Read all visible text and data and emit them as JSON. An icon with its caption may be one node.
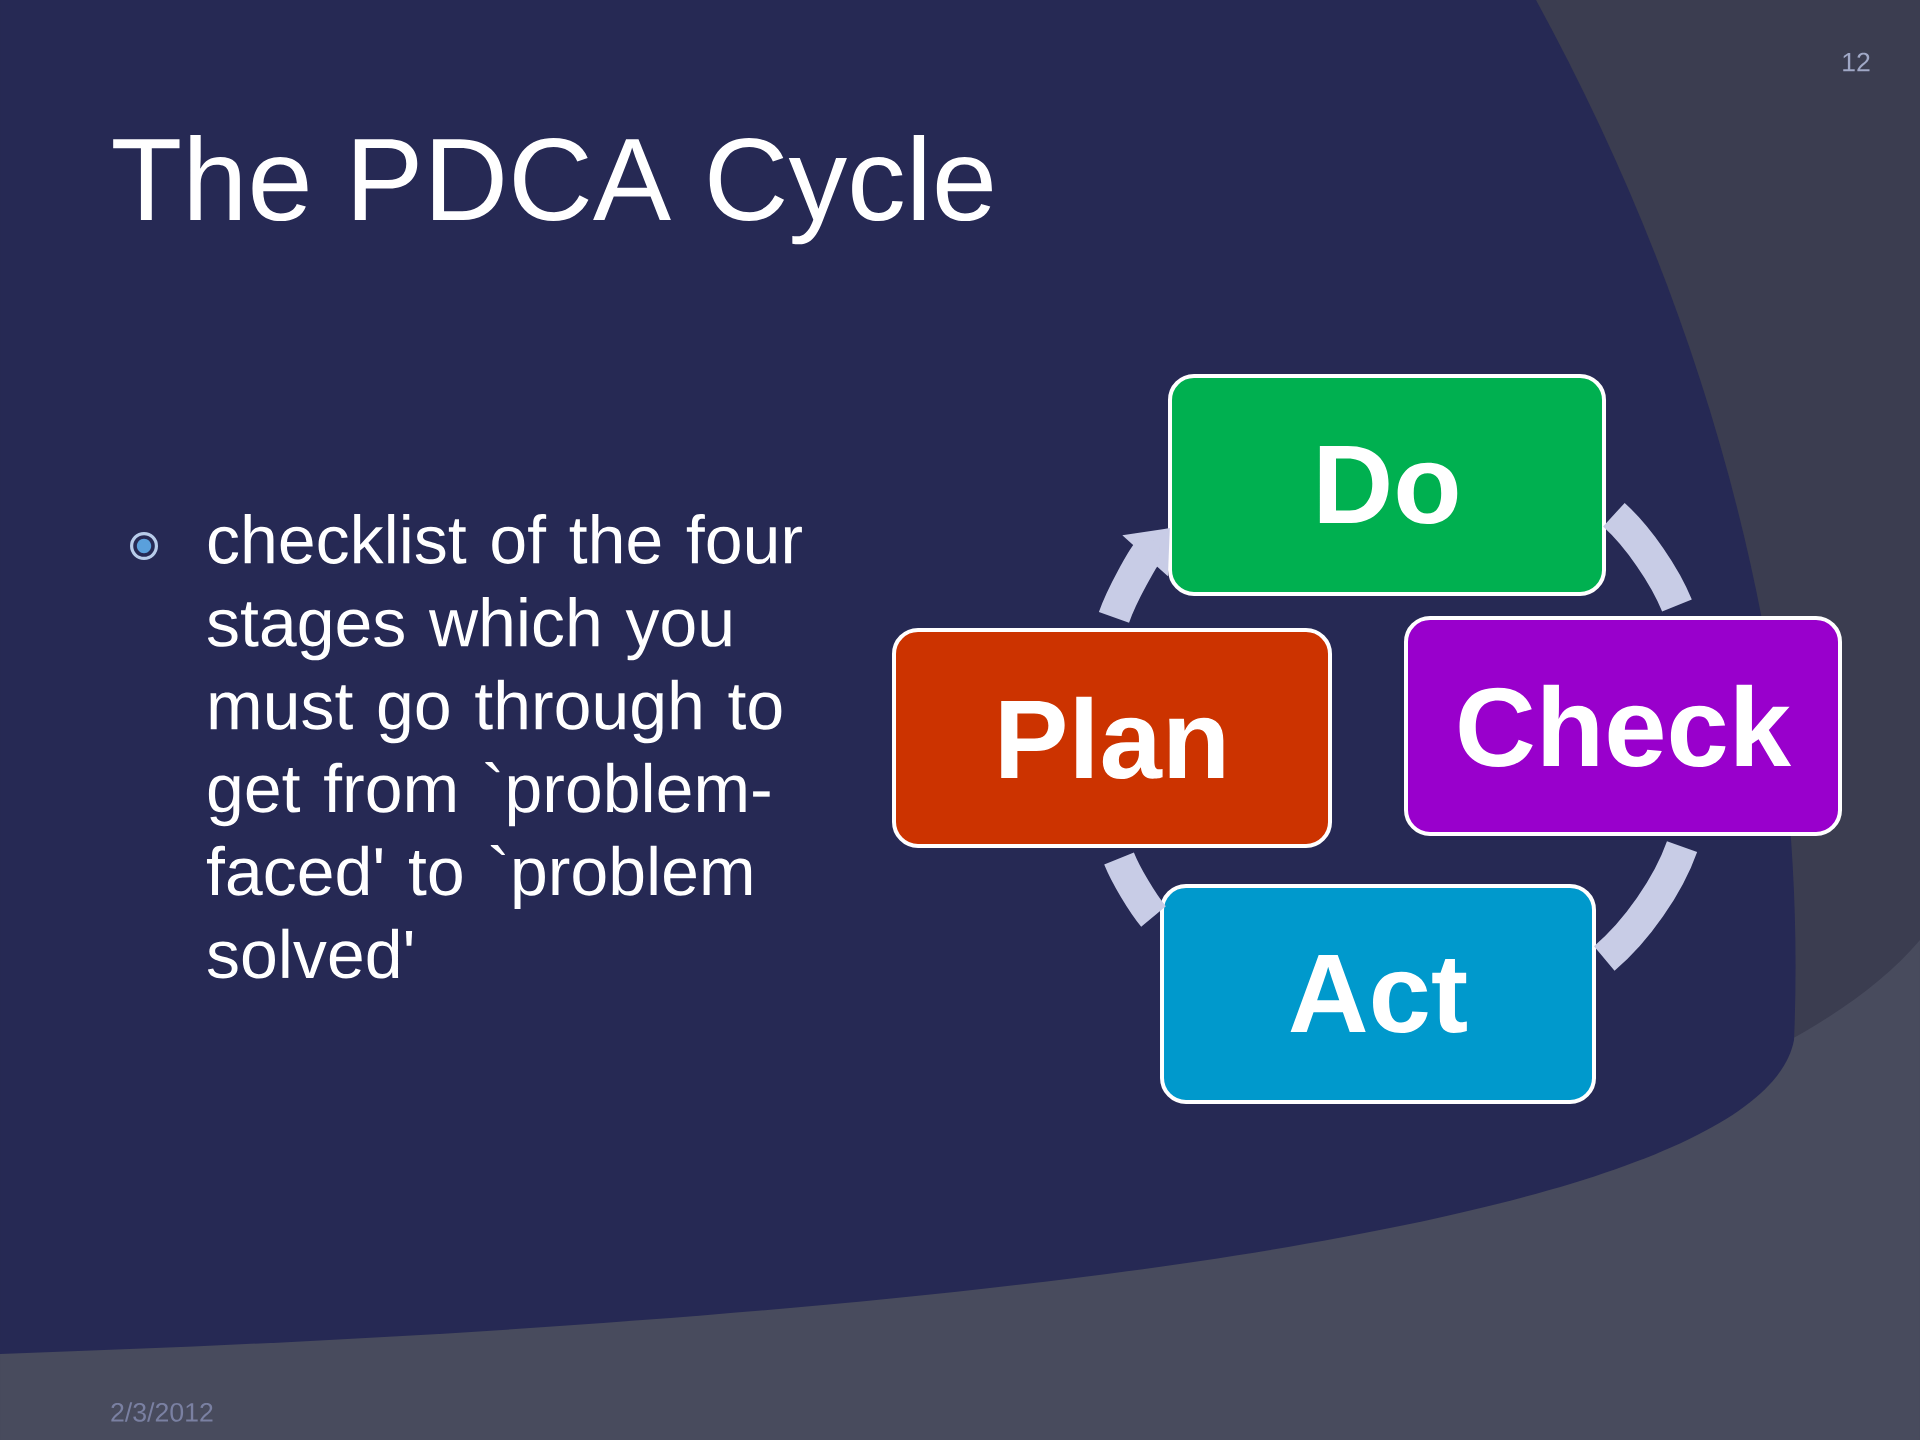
{
  "diagram": {
    "title": "The PDCA Cycle",
    "nodes": [
      {
        "text": [
          "Do"
        ]
      },
      {
        "text": [
          "Plan"
        ]
      },
      {
        "text": [
          "Check"
        ]
      },
      {
        "text": [
          "Act"
        ]
      }
    ],
    "edges": [
      {
        "from": 1,
        "to": 0,
        "arrow": "to"
      },
      {
        "from": 0,
        "to": 2,
        "arrow": "none"
      },
      {
        "from": 2,
        "to": 3,
        "arrow": "none"
      },
      {
        "from": 3,
        "to": 1,
        "arrow": "none"
      }
    ],
    "labels": [
      "12",
      "checklist of the four stages which you must go through to get from `problem- faced' to `problem solved'",
      "2/3/2012"
    ]
  }
}
